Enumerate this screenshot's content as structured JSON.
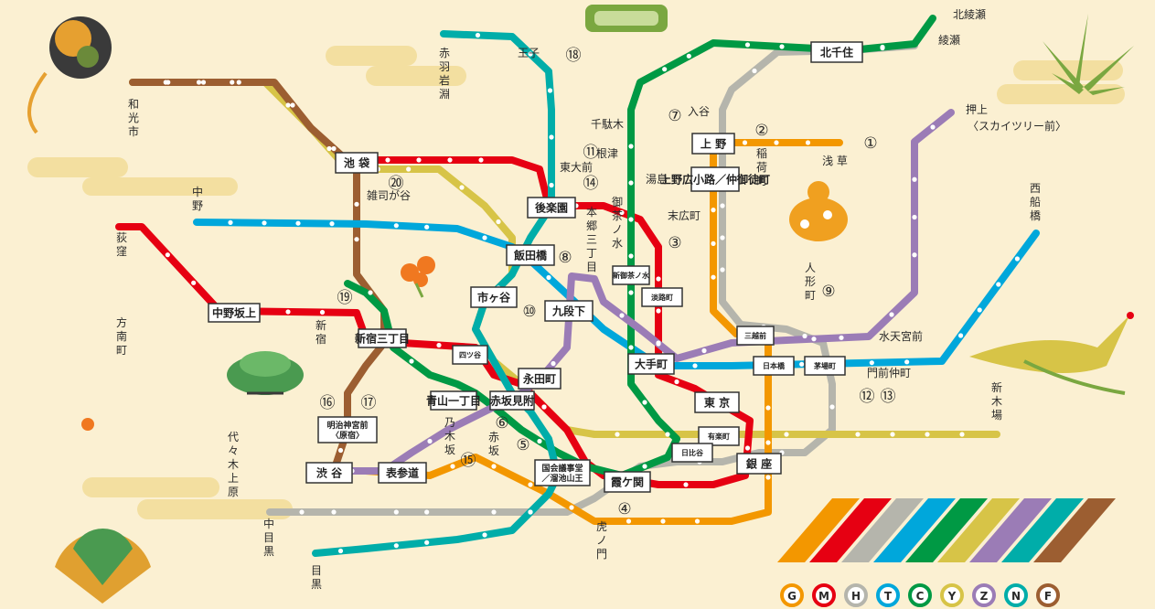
{
  "colors": {
    "background": "#fbf0d2",
    "G": "#f39700",
    "M": "#e60012",
    "H": "#b5b5ac",
    "T": "#00a7db",
    "C": "#009944",
    "Y": "#d7c447",
    "Z": "#9b7cb6",
    "N": "#00ada9",
    "F": "#9c5e31"
  },
  "line_legend": [
    "G",
    "M",
    "H",
    "T",
    "C",
    "Y",
    "Z",
    "N",
    "F"
  ],
  "routes": {
    "G": {
      "id": "ginza",
      "icon": "ginza-line"
    },
    "M": {
      "id": "marunouchi",
      "icon": "marunouchi-line"
    },
    "H": {
      "id": "hibiya",
      "icon": "hibiya-line"
    },
    "T": {
      "id": "tozai",
      "icon": "tozai-line"
    },
    "C": {
      "id": "chiyoda",
      "icon": "chiyoda-line"
    },
    "Y": {
      "id": "yurakucho",
      "icon": "yurakucho-line"
    },
    "Z": {
      "id": "hanzomon",
      "icon": "hanzomon-line"
    },
    "N": {
      "id": "namboku",
      "icon": "namboku-line"
    },
    "F": {
      "id": "fukutoshin",
      "icon": "fukutoshin-line"
    }
  },
  "boxed_stations": [
    {
      "id": "kitasenju",
      "label": "北千住"
    },
    {
      "id": "ueno",
      "label": "上 野"
    },
    {
      "id": "uenohirokoji",
      "label": "上野広小路／仲御徒町"
    },
    {
      "id": "ikebukuro",
      "label": "池 袋"
    },
    {
      "id": "korakuen",
      "label": "後楽園"
    },
    {
      "id": "iidabashi",
      "label": "飯田橋"
    },
    {
      "id": "ichigaya",
      "label": "市ヶ谷"
    },
    {
      "id": "kudanshita",
      "label": "九段下"
    },
    {
      "id": "shinochanomizu",
      "label": "新御茶ノ水"
    },
    {
      "id": "awajicho",
      "label": "淡路町"
    },
    {
      "id": "nakanosakaue",
      "label": "中野坂上"
    },
    {
      "id": "shinjukusanchome",
      "label": "新宿三丁目"
    },
    {
      "id": "yotsuya",
      "label": "四ツ谷"
    },
    {
      "id": "nagatacho",
      "label": "永田町"
    },
    {
      "id": "otemachi",
      "label": "大手町"
    },
    {
      "id": "mitsukoshimae",
      "label": "三越前"
    },
    {
      "id": "nihombashi",
      "label": "日本橋"
    },
    {
      "id": "kayabacho",
      "label": "茅場町"
    },
    {
      "id": "tokyo",
      "label": "東 京"
    },
    {
      "id": "aoyamaitchome",
      "label": "青山一丁目"
    },
    {
      "id": "akasakamitsuke",
      "label": "赤坂見附"
    },
    {
      "id": "meijijingumae",
      "label": "明治神宮前\n〈原宿〉"
    },
    {
      "id": "yurakucho",
      "label": "有楽町"
    },
    {
      "id": "hibiya",
      "label": "日比谷"
    },
    {
      "id": "ginza",
      "label": "銀 座"
    },
    {
      "id": "shibuya",
      "label": "渋 谷"
    },
    {
      "id": "omotesando",
      "label": "表参道"
    },
    {
      "id": "kokkai",
      "label": "国会議事堂\n／溜池山王"
    },
    {
      "id": "kasumigaseki",
      "label": "霞ケ関"
    }
  ],
  "station_labels": [
    {
      "id": "kitaayase",
      "label": "北綾瀬"
    },
    {
      "id": "ayase",
      "label": "綾瀬"
    },
    {
      "id": "akabaneiwabuchi",
      "label": "赤羽岩淵"
    },
    {
      "id": "oji",
      "label": "王子"
    },
    {
      "id": "wakoshi",
      "label": "和光市"
    },
    {
      "id": "oshiage",
      "label": "押上"
    },
    {
      "id": "oshiage2",
      "label": "〈スカイツリー前〉"
    },
    {
      "id": "iriya",
      "label": "入谷"
    },
    {
      "id": "sendagi",
      "label": "千駄木"
    },
    {
      "id": "nezu",
      "label": "根津"
    },
    {
      "id": "todaimae",
      "label": "東大前"
    },
    {
      "id": "yushima",
      "label": "湯島"
    },
    {
      "id": "asakusa",
      "label": "浅 草"
    },
    {
      "id": "inaricho",
      "label": "稲荷町"
    },
    {
      "id": "suehirocho",
      "label": "末広町"
    },
    {
      "id": "zoshigaya",
      "label": "雑司が谷"
    },
    {
      "id": "nakano",
      "label": "中野"
    },
    {
      "id": "ogikubo",
      "label": "荻窪"
    },
    {
      "id": "honanchō",
      "label": "方南町"
    },
    {
      "id": "shinjuku",
      "label": "新宿"
    },
    {
      "id": "hongo",
      "label": "本郷三丁目"
    },
    {
      "id": "ochanomizu",
      "label": "御茶ノ水"
    },
    {
      "id": "ningyocho",
      "label": "人形町"
    },
    {
      "id": "nishifunabashi",
      "label": "西船橋"
    },
    {
      "id": "suitengumae",
      "label": "水天宮前"
    },
    {
      "id": "monzennakacho",
      "label": "門前仲町"
    },
    {
      "id": "shinkiba",
      "label": "新木場"
    },
    {
      "id": "yoyogiuehara",
      "label": "代々木上原"
    },
    {
      "id": "nogizaka",
      "label": "乃木坂"
    },
    {
      "id": "akasaka",
      "label": "赤坂"
    },
    {
      "id": "toranomon",
      "label": "虎ノ門"
    },
    {
      "id": "nakameguro",
      "label": "中目黒"
    },
    {
      "id": "meguro",
      "label": "目黒"
    }
  ],
  "numbers": [
    {
      "id": "n1",
      "label": "①"
    },
    {
      "id": "n2",
      "label": "②"
    },
    {
      "id": "n3",
      "label": "③"
    },
    {
      "id": "n4",
      "label": "④"
    },
    {
      "id": "n5",
      "label": "⑤"
    },
    {
      "id": "n6",
      "label": "⑥"
    },
    {
      "id": "n7",
      "label": "⑦"
    },
    {
      "id": "n8",
      "label": "⑧"
    },
    {
      "id": "n9",
      "label": "⑨"
    },
    {
      "id": "n10",
      "label": "⑩"
    },
    {
      "id": "n11",
      "label": "⑪"
    },
    {
      "id": "n12",
      "label": "⑫"
    },
    {
      "id": "n13",
      "label": "⑬"
    },
    {
      "id": "n14",
      "label": "⑭"
    },
    {
      "id": "n15",
      "label": "⑮"
    },
    {
      "id": "n16",
      "label": "⑯"
    },
    {
      "id": "n17",
      "label": "⑰"
    },
    {
      "id": "n18",
      "label": "⑱"
    },
    {
      "id": "n19",
      "label": "⑲"
    },
    {
      "id": "n20",
      "label": "⑳"
    }
  ]
}
